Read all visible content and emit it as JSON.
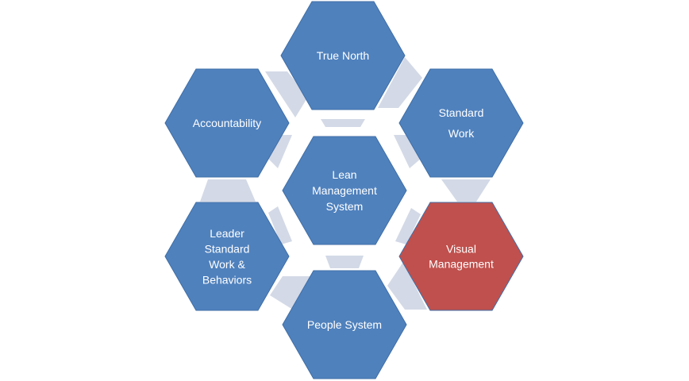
{
  "colors": {
    "hex_fill": "#4f81bd",
    "hex_fill_highlight": "#c0504d",
    "hex_stroke": "#3f6ea6",
    "connector": "#d3d9e6",
    "text": "#ffffff"
  },
  "hexagons": [
    {
      "id": "true-north",
      "lines": [
        "True North"
      ],
      "highlight": false
    },
    {
      "id": "standard-work",
      "lines": [
        "Standard",
        "Work"
      ],
      "highlight": false
    },
    {
      "id": "accountability",
      "lines": [
        "Accountability"
      ],
      "highlight": false
    },
    {
      "id": "lean-management-system",
      "lines": [
        "Lean",
        "Management",
        "System"
      ],
      "highlight": false
    },
    {
      "id": "leader-standard-work",
      "lines": [
        "Leader",
        "Standard",
        "Work &",
        "Behaviors"
      ],
      "highlight": false
    },
    {
      "id": "visual-management",
      "lines": [
        "Visual",
        "Management"
      ],
      "highlight": true
    },
    {
      "id": "people-system",
      "lines": [
        "People System"
      ],
      "highlight": false
    }
  ]
}
